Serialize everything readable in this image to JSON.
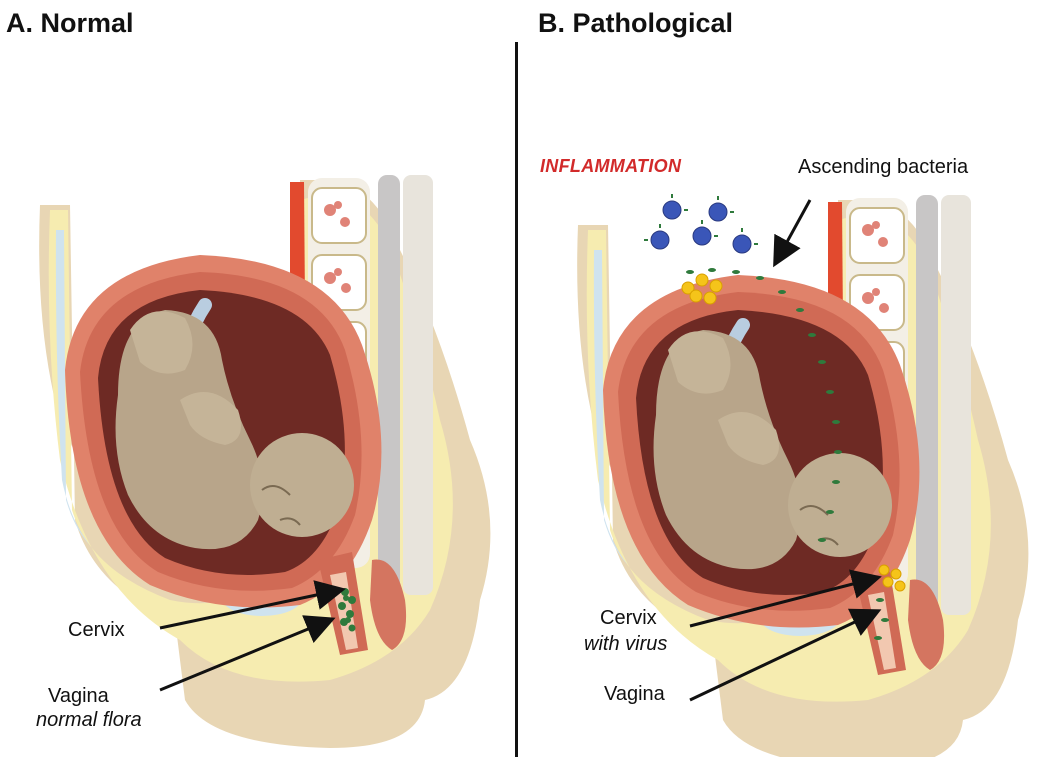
{
  "panel_a": {
    "title": "A. Normal",
    "labels": {
      "cervix": "Cervix",
      "vagina": "Vagina",
      "vagina_note": "normal flora"
    }
  },
  "panel_b": {
    "title": "B. Pathological",
    "labels": {
      "inflammation": "INFLAMMATION",
      "ascending_bacteria": "Ascending bacteria",
      "cervix": "Cervix",
      "cervix_note": "with virus",
      "vagina": "Vagina"
    }
  },
  "colors": {
    "inflammation_text": "#d22a2a",
    "uterus_wall": "#e0826a",
    "amniotic_space": "#6e2a24",
    "fetus": "#b8a58a",
    "fat_layer": "#f6ecb0",
    "virus": "#3a56b8",
    "immune_cells": "#f5c41a",
    "bacteria": "#2f7a3c"
  }
}
